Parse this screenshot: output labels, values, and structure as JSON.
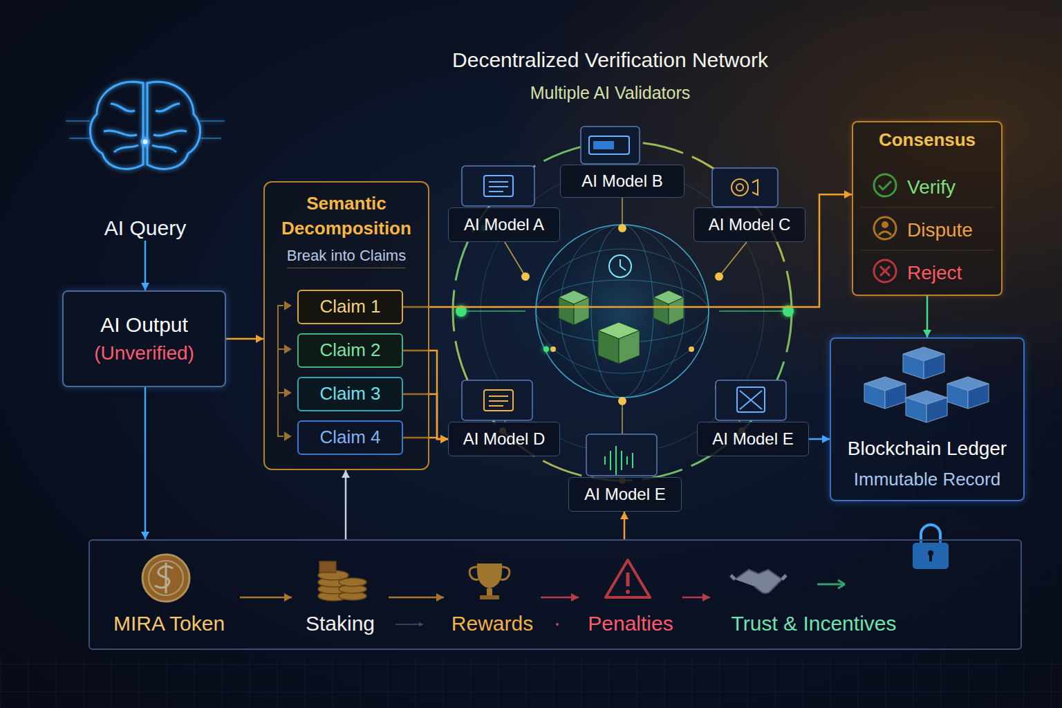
{
  "diagram": {
    "title": "Decentralized Verification Network",
    "nodes": [
      {
        "text": [
          "AI Query"
        ]
      },
      {
        "text": [
          "AI Output",
          "(Unverified)"
        ]
      },
      {
        "text": [
          "Semantic Decomposition",
          "Break into Claims"
        ]
      },
      {
        "text": [
          "Claim 1"
        ],
        "in": 2
      },
      {
        "text": [
          "Claim 2"
        ],
        "in": 2
      },
      {
        "text": [
          "Claim 3"
        ],
        "in": 2
      },
      {
        "text": [
          "Claim 4"
        ],
        "in": 2
      },
      {
        "text": [
          "AI Model A"
        ]
      },
      {
        "text": [
          "AI Model B"
        ]
      },
      {
        "text": [
          "AI Model C"
        ]
      },
      {
        "text": [
          "AI Model D"
        ]
      },
      {
        "text": [
          "AI Model E"
        ]
      },
      {
        "text": [
          "AI Model E"
        ]
      },
      {
        "text": [
          "Consensus"
        ]
      },
      {
        "text": [
          "Verify"
        ],
        "in": 13
      },
      {
        "text": [
          "Dispute"
        ],
        "in": 13
      },
      {
        "text": [
          "Reject"
        ],
        "in": 13
      },
      {
        "text": [
          "Blockchain Ledger",
          "Immutable Record"
        ]
      },
      {
        "text": []
      },
      {
        "text": [
          "MIRA Token"
        ],
        "in": 18
      },
      {
        "text": [
          "Staking"
        ],
        "in": 18
      },
      {
        "text": [
          "Rewards"
        ],
        "in": 18
      },
      {
        "text": [
          "Penalties"
        ],
        "in": 18
      },
      {
        "text": [
          "Trust & Incentives"
        ],
        "in": 18
      }
    ],
    "edges": [
      {
        "from": 0,
        "to": 1,
        "arrow": "to"
      },
      {
        "from": 1,
        "to": 2,
        "arrow": "to"
      },
      {
        "from": 1,
        "to": 18,
        "arrow": "to"
      },
      {
        "from": 18,
        "to": 2,
        "arrow": "to"
      },
      {
        "from": 18,
        "to": 12,
        "arrow": "to"
      },
      {
        "from": 3,
        "to": 13,
        "arrow": "to"
      },
      {
        "from": 4,
        "to": 10,
        "arrow": "to"
      },
      {
        "from": 5,
        "to": 10,
        "arrow": "to"
      },
      {
        "from": 6,
        "to": 10,
        "arrow": "to"
      },
      {
        "from": 11,
        "to": 17,
        "arrow": "to"
      },
      {
        "from": 13,
        "to": 17,
        "arrow": "to"
      },
      {
        "from": 19,
        "to": 20,
        "arrow": "to"
      },
      {
        "from": 20,
        "to": 21,
        "arrow": "to"
      },
      {
        "from": 21,
        "to": 22,
        "arrow": "to"
      },
      {
        "from": 22,
        "to": 23,
        "arrow": "to"
      }
    ],
    "labels": [
      "Multiple AI Validators"
    ]
  }
}
